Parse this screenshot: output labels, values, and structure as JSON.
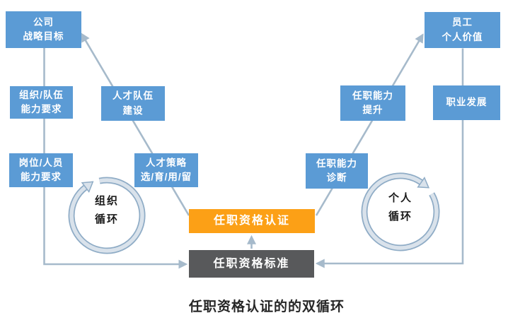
{
  "caption": "任职资格认证的的双循环",
  "colors": {
    "box_blue": "#5B9BD5",
    "box_orange": "#FCA016",
    "box_dark": "#58595B",
    "connector": "#A6BACB",
    "ring_fill": "#D9E2EB",
    "ring_edge": "#8FACC6",
    "box_text": "#FFFFFF",
    "cycle_text": "#1A1A1A",
    "caption_text": "#262626"
  },
  "nodes": {
    "company_goal": {
      "line1": "公司",
      "line2": "战略目标"
    },
    "org_requirement": {
      "line1": "组织/队伍",
      "line2": "能力要求"
    },
    "talent_team_building": {
      "line1": "人才队伍",
      "line2": "建设"
    },
    "position_requirement": {
      "line1": "岗位/人员",
      "line2": "能力要求"
    },
    "talent_strategy": {
      "line1": "人才策略",
      "line2": "选/育/用/留"
    },
    "qualification_certification": {
      "label": "任职资格认证"
    },
    "qualification_standard": {
      "label": "任职资格标准"
    },
    "ability_diagnosis": {
      "line1": "任职能力",
      "line2": "诊断"
    },
    "ability_improvement": {
      "line1": "任职能力",
      "line2": "提升"
    },
    "career_development": {
      "label": "职业发展"
    },
    "employee_value": {
      "line1": "员工",
      "line2": "个人价值"
    }
  },
  "cycles": {
    "organization": {
      "line1": "组织",
      "line2": "循环"
    },
    "personal": {
      "line1": "个人",
      "line2": "循环"
    }
  }
}
